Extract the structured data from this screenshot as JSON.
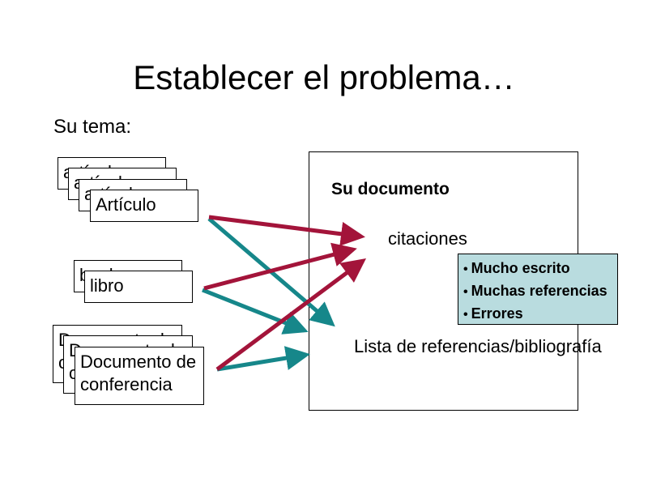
{
  "title": "Establecer el problema…",
  "subtitle": "Su tema:",
  "sources": {
    "articles": {
      "labels": [
        "artículo",
        "artículo",
        "artículo",
        "Artículo"
      ]
    },
    "books": {
      "labels": [
        "book",
        "libro"
      ]
    },
    "conferences": {
      "labels": [
        "Documento de conferencia",
        "Documento de conferencia",
        "Documento de\nconferencia"
      ]
    }
  },
  "document": {
    "title": "Su documento",
    "citations_label": "citaciones",
    "references_label": "Lista de referencias/bibliografía"
  },
  "callout": {
    "items": [
      "Mucho escrito",
      "Muchas referencias",
      "Errores"
    ]
  },
  "colors": {
    "citation_arrow": "#a3143a",
    "reference_arrow": "#16878a",
    "callout_bg": "#b9dcdf"
  }
}
